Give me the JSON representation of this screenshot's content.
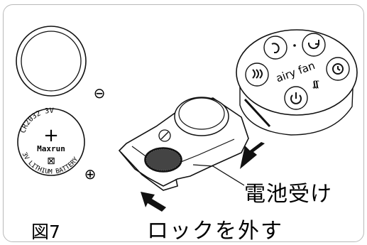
{
  "labels": {
    "battery_holder": "電池受け",
    "unlock": "ロックを外す",
    "figure": "図7"
  },
  "battery": {
    "model": "CR2032 3V",
    "plus_sign": "+",
    "brand": "Maxrun",
    "recycle_mark": "⊠",
    "type": "3V LITHIUM BATTERY"
  },
  "polarity": {
    "minus": "⊖",
    "plus": "⊕"
  },
  "device": {
    "brand_text": "airy fan",
    "logo_mark": "ʆʆ"
  },
  "icons": [
    "power-icon",
    "timer-icon",
    "mode-icon",
    "swing-icon",
    "oscillate-icon"
  ]
}
